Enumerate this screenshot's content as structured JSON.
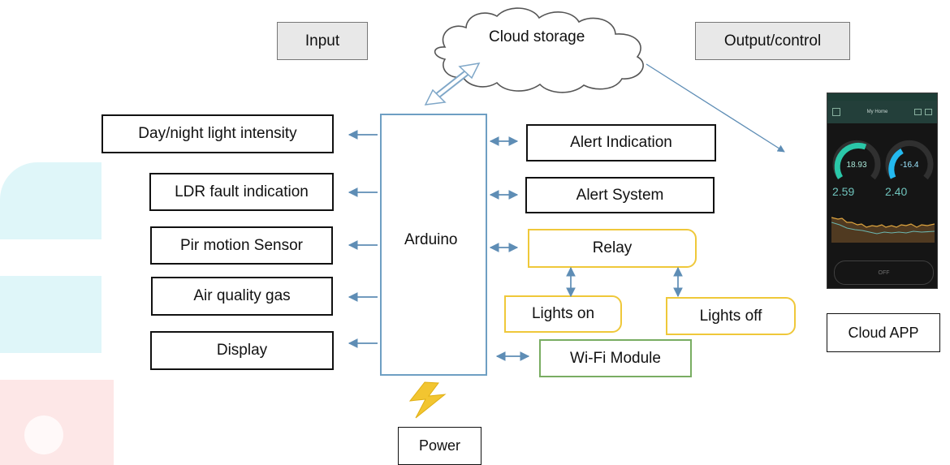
{
  "labels": {
    "input": "Input",
    "cloud_storage": "Cloud storage",
    "output_control": "Output/control",
    "day_night": "Day/night light intensity",
    "ldr_fault": "LDR fault indication",
    "pir": "Pir motion Sensor",
    "air_quality": "Air quality gas",
    "display": "Display",
    "arduino": "Arduino",
    "alert_indication": "Alert Indication",
    "alert_system": "Alert System",
    "relay": "Relay",
    "lights_on": "Lights on",
    "lights_off": "Lights off",
    "wifi_module": "Wi-Fi Module",
    "cloud_app": "Cloud APP",
    "power": "Power"
  },
  "phone": {
    "title": "My Home",
    "left_gauge": "18.93",
    "right_gauge": "-16.4",
    "left_value": "2.59",
    "right_value": "2.40",
    "button": "OFF"
  },
  "colors": {
    "arduino_border": "#6e9fc3",
    "arrow": "#5e8db5",
    "yellow": "#efc83a",
    "green": "#79ad62",
    "cloud_arrow": "#7fa7c8",
    "power": "#f2c530"
  }
}
